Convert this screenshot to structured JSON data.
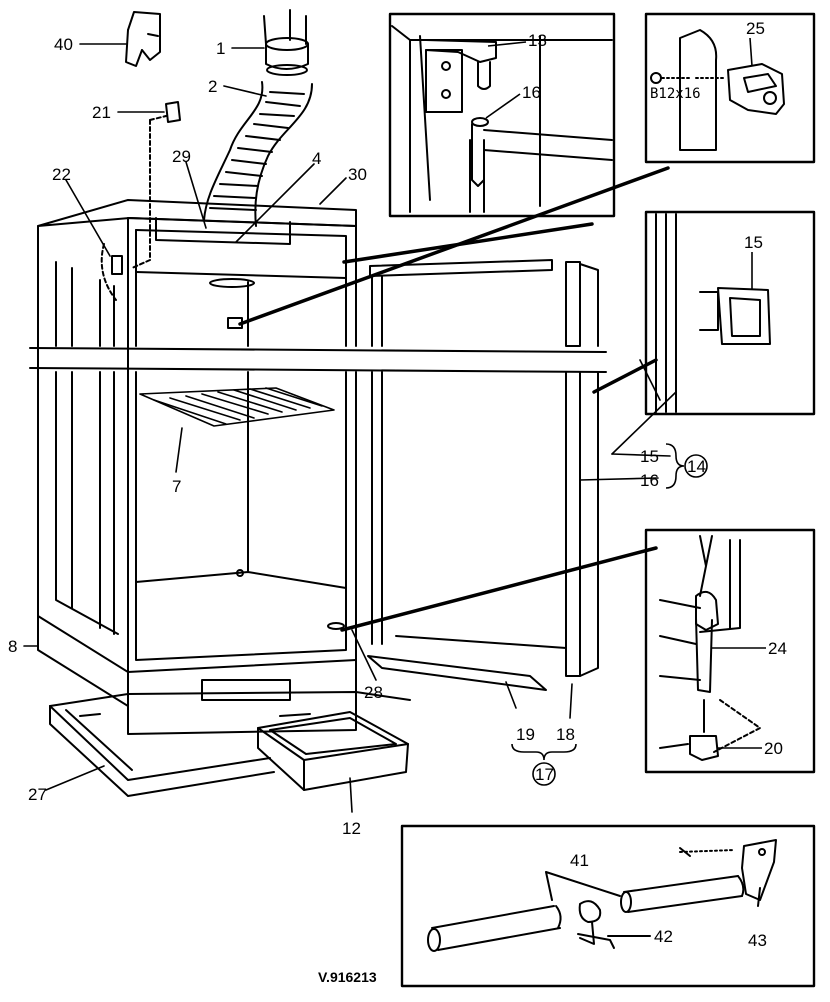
{
  "reference": "V.916213",
  "bolt_spec": "B12x16",
  "callouts": {
    "c1": "1",
    "c2": "2",
    "c4": "4",
    "c7": "7",
    "c8": "8",
    "c12": "12",
    "c13": "13",
    "c14": "14",
    "c15a": "15",
    "c15b": "15",
    "c16a": "16",
    "c16b": "16",
    "c17": "17",
    "c18": "18",
    "c19": "19",
    "c20": "20",
    "c21": "21",
    "c22": "22",
    "c24": "24",
    "c25": "25",
    "c27": "27",
    "c28": "28",
    "c29": "29",
    "c30": "30",
    "c40": "40",
    "c41": "41",
    "c42": "42",
    "c43": "43"
  }
}
